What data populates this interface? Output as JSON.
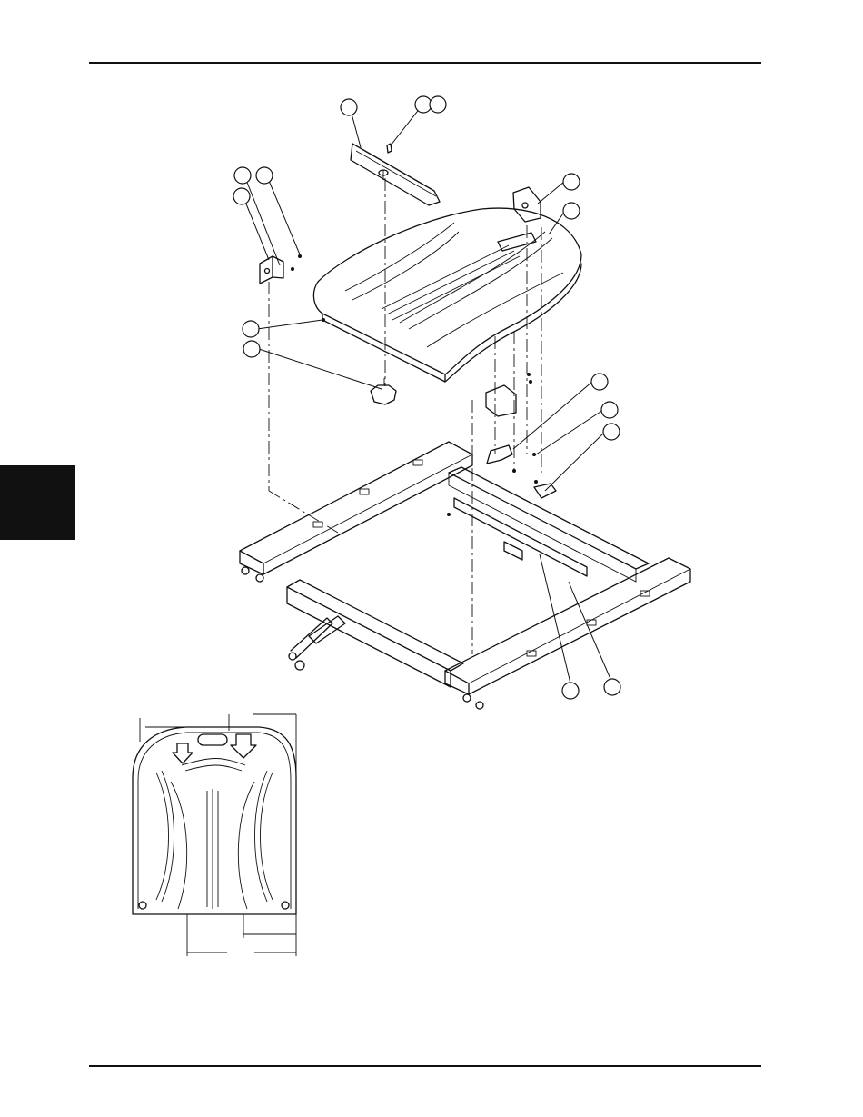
{
  "diagram": {
    "callouts": [
      {
        "id": "c1"
      },
      {
        "id": "c2"
      },
      {
        "id": "c3"
      },
      {
        "id": "c4"
      },
      {
        "id": "c5"
      },
      {
        "id": "c6"
      },
      {
        "id": "c7"
      },
      {
        "id": "c8"
      },
      {
        "id": "c9"
      },
      {
        "id": "c10"
      },
      {
        "id": "c11"
      },
      {
        "id": "c12"
      },
      {
        "id": "c13"
      },
      {
        "id": "c14"
      },
      {
        "id": "c15"
      },
      {
        "id": "c16"
      }
    ],
    "colors": {
      "ink": "#111111",
      "paper": "#ffffff",
      "side_tab": "#111111"
    }
  }
}
